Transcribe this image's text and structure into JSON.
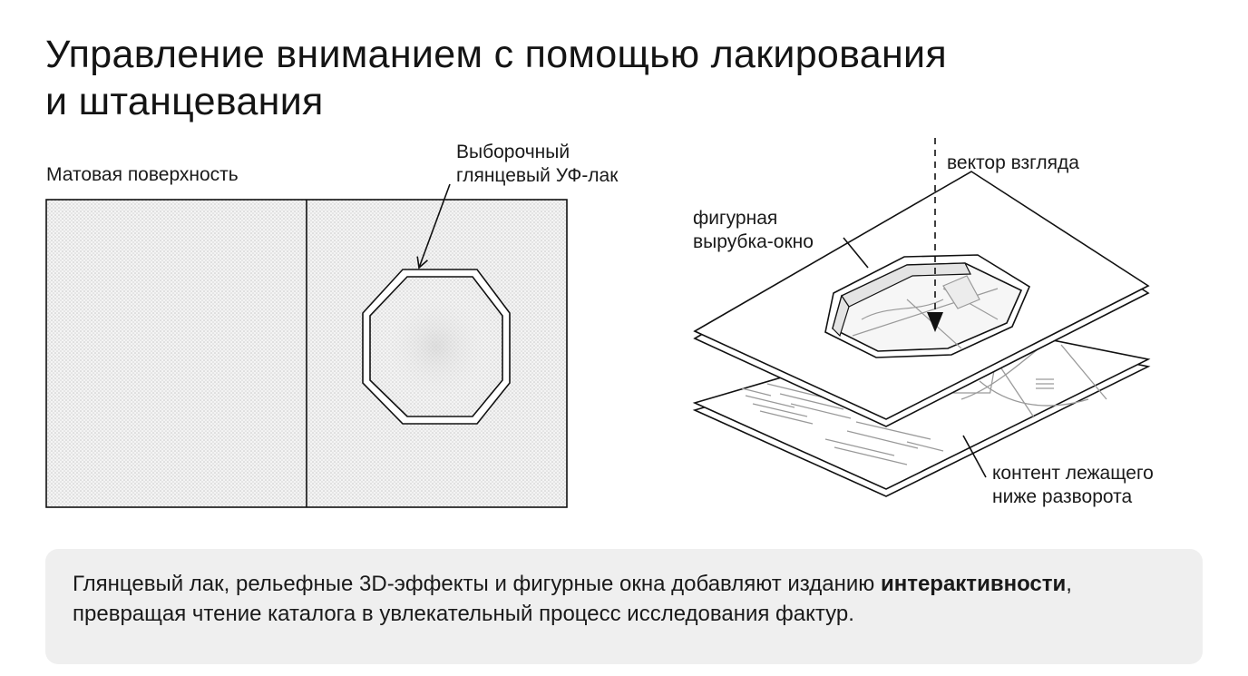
{
  "title": {
    "line1": "Управление вниманием с помощью лакирования",
    "line2": "и штанцевания"
  },
  "left_panel": {
    "matte_label": "Матовая поверхность",
    "gloss_label_line1": "Выборочный",
    "gloss_label_line2": "глянцевый УФ-лак"
  },
  "right_panel": {
    "gaze_label": "вектор взгляда",
    "cutout_label_line1": "фигурная",
    "cutout_label_line2": "вырубка-окно",
    "content_label_line1": "контент лежащего",
    "content_label_line2": "ниже разворота"
  },
  "note": {
    "part1": "Глянцевый лак, рельефные 3D-эффекты и фигурные окна добавляют изданию ",
    "emphasis": "интерактивности",
    "part2": ", превращая чтение каталога в увлекательный процесс исследования фактур."
  },
  "colors": {
    "stroke": "#111111",
    "matte_fill": "#f2f2f2",
    "note_background": "#efefef"
  }
}
